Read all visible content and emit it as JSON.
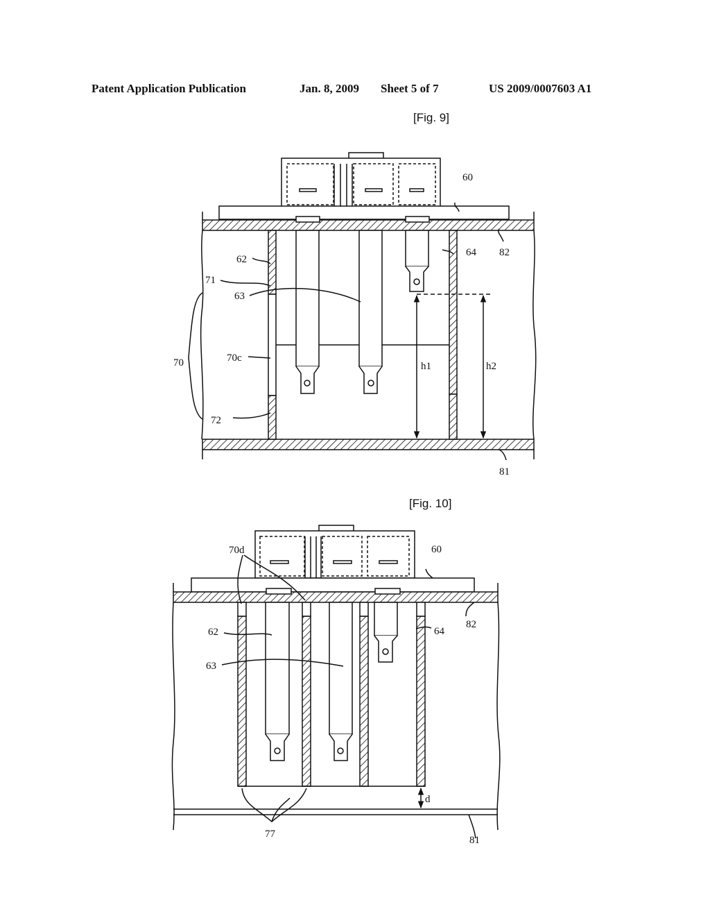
{
  "header": {
    "publication": "Patent Application Publication",
    "date": "Jan. 8, 2009",
    "sheet": "Sheet 5 of 7",
    "number": "US 2009/0007603 A1"
  },
  "fig9": {
    "label": "[Fig. 9]",
    "refs": {
      "r60": "60",
      "r62": "62",
      "r63": "63",
      "r64": "64",
      "r70": "70",
      "r70c": "70c",
      "r71": "71",
      "r72": "72",
      "r81": "81",
      "r82": "82",
      "h1": "h1",
      "h2": "h2"
    }
  },
  "fig10": {
    "label": "[Fig. 10]",
    "refs": {
      "r60": "60",
      "r62": "62",
      "r63": "63",
      "r64": "64",
      "r70d": "70d",
      "r77": "77",
      "r81": "81",
      "r82": "82",
      "d": "d"
    }
  }
}
